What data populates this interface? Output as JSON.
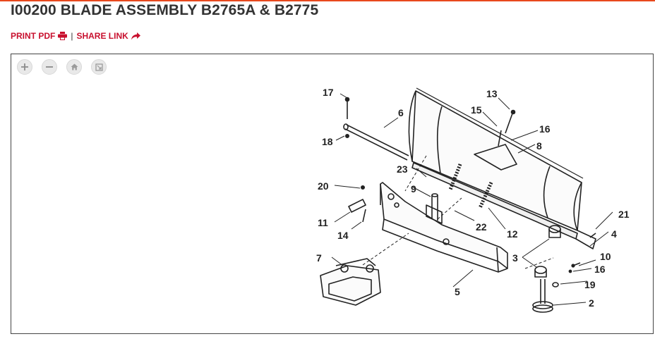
{
  "title": "I00200 BLADE ASSEMBLY B2765A & B2775",
  "links": {
    "print_label": "PRINT PDF",
    "print_icon": "printer-icon",
    "separator": "|",
    "share_label": "SHARE LINK",
    "share_icon": "share-arrow-icon"
  },
  "colors": {
    "accent": "#c8102e",
    "rule": "#e8491d",
    "title": "#333333"
  },
  "zoom_controls": [
    "zoom-in-icon",
    "zoom-out-icon",
    "home-icon",
    "fullscreen-icon"
  ],
  "callouts": [
    "17",
    "6",
    "13",
    "15",
    "16",
    "8",
    "18",
    "23",
    "9",
    "20",
    "11",
    "14",
    "22",
    "12",
    "21",
    "4",
    "7",
    "3",
    "10",
    "16",
    "19",
    "5",
    "2"
  ]
}
